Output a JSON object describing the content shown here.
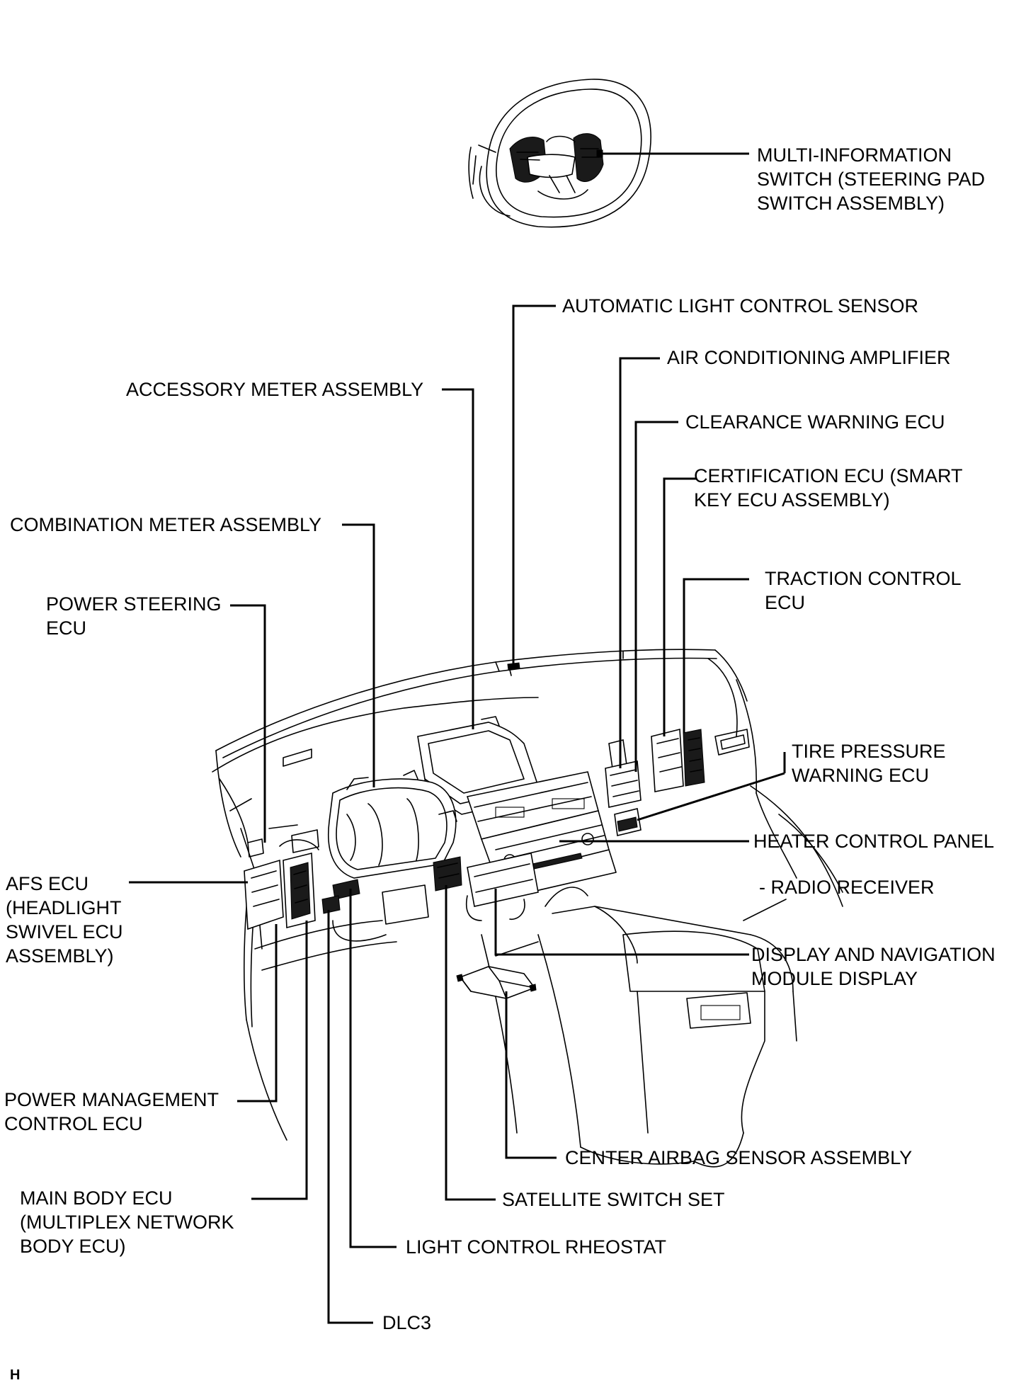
{
  "labels": {
    "multi_info": [
      "MULTI-INFORMATION",
      "SWITCH (STEERING PAD",
      "SWITCH ASSEMBLY)"
    ],
    "auto_light": [
      "AUTOMATIC LIGHT CONTROL SENSOR"
    ],
    "air_cond": [
      "AIR CONDITIONING AMPLIFIER"
    ],
    "accessory_meter": [
      "ACCESSORY METER ASSEMBLY"
    ],
    "clearance_warning": [
      "CLEARANCE WARNING ECU"
    ],
    "certification": [
      "CERTIFICATION ECU (SMART",
      "KEY ECU ASSEMBLY)"
    ],
    "combination_meter": [
      "COMBINATION METER ASSEMBLY"
    ],
    "traction_control": [
      "TRACTION CONTROL",
      "ECU"
    ],
    "power_steering": [
      "POWER STEERING",
      "ECU"
    ],
    "tire_pressure": [
      "TIRE PRESSURE",
      "WARNING ECU"
    ],
    "heater_control": [
      "HEATER CONTROL PANEL"
    ],
    "afs_ecu": [
      "AFS ECU",
      "(HEADLIGHT",
      "SWIVEL ECU",
      "ASSEMBLY)"
    ],
    "radio_receiver": [
      "- RADIO RECEIVER"
    ],
    "display_nav": [
      "DISPLAY AND NAVIGATION",
      "MODULE DISPLAY"
    ],
    "power_mgmt": [
      "POWER MANAGEMENT",
      "CONTROL ECU"
    ],
    "center_airbag": [
      "CENTER AIRBAG SENSOR ASSEMBLY"
    ],
    "main_body": [
      "MAIN BODY ECU",
      "(MULTIPLEX NETWORK",
      "BODY ECU)"
    ],
    "satellite_switch": [
      "SATELLITE SWITCH SET"
    ],
    "light_rheostat": [
      "LIGHT CONTROL RHEOSTAT"
    ],
    "dlc3": [
      "DLC3"
    ],
    "corner_mark": [
      "H"
    ]
  }
}
